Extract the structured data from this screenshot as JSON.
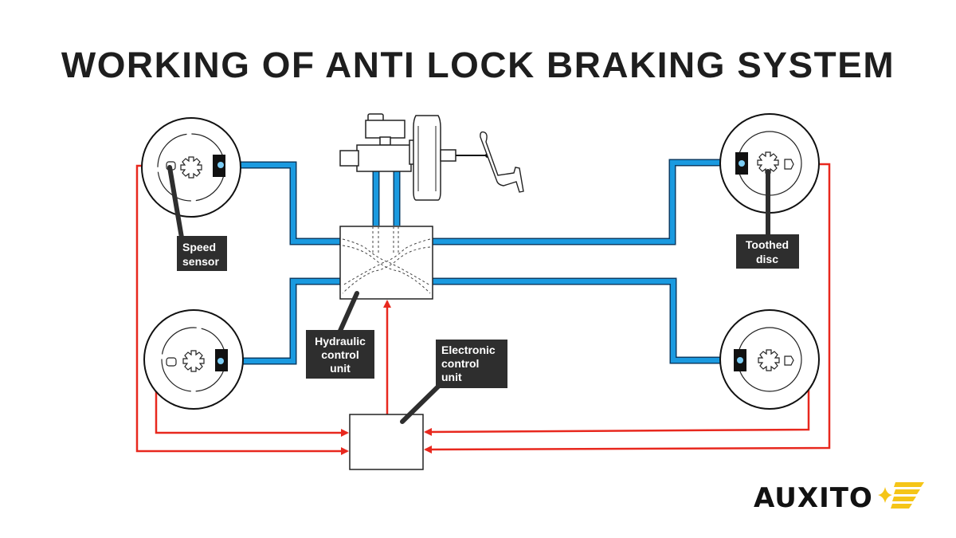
{
  "title": "WORKING OF ANTI LOCK BRAKING SYSTEM",
  "colors": {
    "hydraulic_line": "#1a9ae0",
    "electric_line": "#e8281e",
    "label_bg": "#2e2e2e",
    "label_text": "#ffffff",
    "logo_accent": "#f5c518"
  },
  "labels": {
    "speed_sensor": [
      "Speed",
      "sensor"
    ],
    "toothed_disc": [
      "Toothed",
      "disc"
    ],
    "hydraulic_control_unit": [
      "Hydraulic",
      "control",
      "unit"
    ],
    "electronic_control_unit": [
      "Electronic",
      "control",
      "unit"
    ]
  },
  "components": [
    "master-cylinder",
    "brake-booster",
    "brake-pedal",
    "hydraulic-control-unit",
    "electronic-control-unit",
    "wheel-front-left",
    "wheel-front-right",
    "wheel-rear-left",
    "wheel-rear-right"
  ],
  "logo": {
    "text": "AUXITO"
  }
}
